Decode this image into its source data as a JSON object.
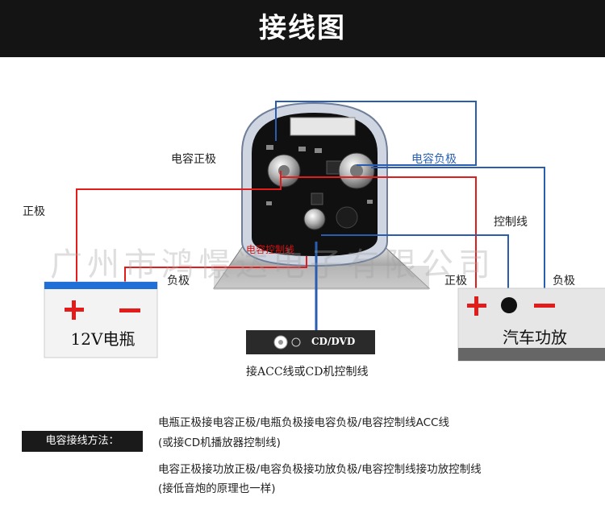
{
  "header": {
    "title": "接线图"
  },
  "labels": {
    "cap_positive": "电容正极",
    "cap_negative": "电容负极",
    "positive": "正极",
    "negative": "负极",
    "control_line": "控制线",
    "amp_positive": "正极",
    "amp_negative": "负极",
    "cap_control_line": "电容控制线"
  },
  "watermark": "广州市鸿憬达电子有限公司",
  "battery": {
    "label": "12V电瓶",
    "plus": "+",
    "minus": "−"
  },
  "amplifier": {
    "label": "汽车功放",
    "plus": "+",
    "minus": "−"
  },
  "cd": {
    "label": "CD/DVD",
    "caption": "接ACC线或CD机控制线"
  },
  "method": {
    "title": "电容接线方法：",
    "lines": [
      "电瓶正极接电容正极/电瓶负极接电容负极/电容控制线ACC线",
      "(或接CD机播放器控制线)",
      "电容正极接功放正极/电容负极接功放负极/电容控制线接功放控制线",
      "(接低音炮的原理也一样)"
    ]
  },
  "colors": {
    "red_wire": "#e21b1b",
    "blue_wire": "#2a5db0",
    "banner": "#141414"
  }
}
